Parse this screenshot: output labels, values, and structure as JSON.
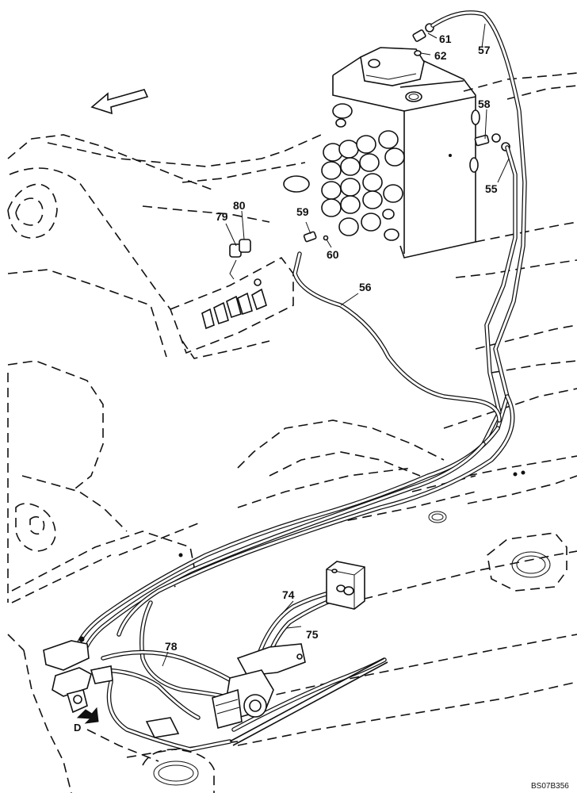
{
  "callouts": {
    "c55": "55",
    "c56": "56",
    "c57": "57",
    "c58": "58",
    "c59": "59",
    "c60": "60",
    "c61": "61",
    "c62": "62",
    "c74": "74",
    "c75": "75",
    "c78": "78",
    "c79": "79",
    "c80": "80"
  },
  "view_letter": "D",
  "reference_code": "BS07B356"
}
